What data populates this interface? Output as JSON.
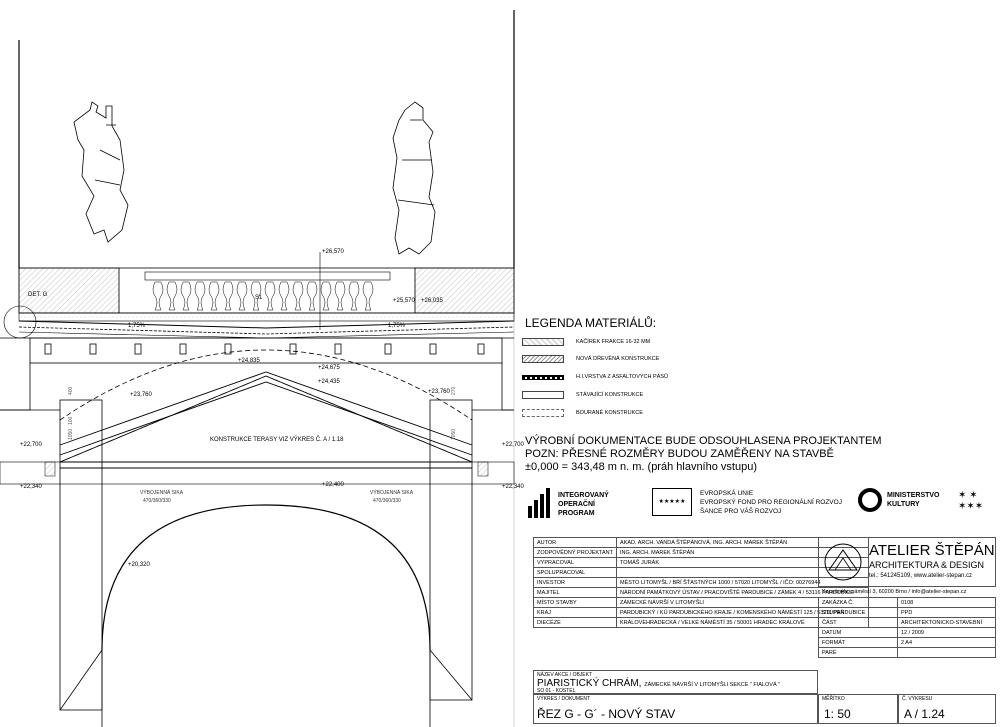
{
  "levels": {
    "top": "+26,570",
    "parapet_right1": "+25,570",
    "parapet_right2": "+26,035",
    "inner_a": "+24,835",
    "inner_b": "+24,675",
    "inner_c": "+24,435",
    "left_mid": "+23,760",
    "right_mid": "+23,760",
    "left_low": "+22,700",
    "right_low": "+22,700",
    "left_base": "+22,340",
    "right_base": "+22,340",
    "center_base": "+22,400",
    "arch_base": "+20,320"
  },
  "labels": {
    "det": "DET. G",
    "slope_left": "1,75%",
    "slope_right": "1,75%",
    "s1": "S1",
    "terrace_note": "KONSTRUKCE TERASY VIZ VÝKRES Č. A / 1.18",
    "dims_left": [
      "400",
      "100",
      "1050"
    ],
    "dims_right": [
      "270",
      "1050"
    ]
  },
  "legend": {
    "title": "LEGENDA MATERIÁLŮ:",
    "items": [
      "KAČÍREK FRAKCE 16-32 MM",
      "NOVÁ DŘEVĚNÁ KONSTRUKCE",
      "H.I.VRSTVA Z ASFALTOVÝCH PÁSŮ",
      "STÁVAJÍCÍ KONSTRUKCE",
      "BOURANÉ KONSTRUKCE"
    ]
  },
  "notes": [
    "VÝROBNÍ DOKUMENTACE BUDE ODSOUHLASENA PROJEKTANTEM",
    "POZN: PŘESNÉ ROZMĚRY BUDOU ZAMĚŘENY NA STAVBĚ",
    "±0,000 = 343,48 m n. m. (práh hlavního vstupu)"
  ],
  "logos": {
    "iop_lines": [
      "INTEGROVANÝ",
      "OPERAČNÍ",
      "PROGRAM"
    ],
    "eu_lines": [
      "EVROPSKÁ UNIE",
      "EVROPSKÝ FOND PRO REGIONÁLNÍ ROZVOJ",
      "ŠANCE PRO VÁŠ ROZVOJ"
    ],
    "mk_lines": [
      "MINISTERSTVO",
      "KULTURY"
    ]
  },
  "titleblock": {
    "rows": [
      {
        "label": "AUTOR",
        "value": "AKAD. ARCH. VANDA ŠTĚPÁNOVÁ, ING. ARCH. MAREK ŠTĚPÁN"
      },
      {
        "label": "ZODPOVĚDNÝ PROJEKTANT",
        "value": "ING. ARCH. MAREK ŠTĚPÁN"
      },
      {
        "label": "VYPRACOVAL",
        "value": "TOMÁŠ JURÁK"
      },
      {
        "label": "SPOLUPRACOVAL",
        "value": ""
      },
      {
        "label": "INVESTOR",
        "value": "MĚSTO LITOMYŠL / BŘÍ ŠŤASTNÝCH 1000 / 57020 LITOMYŠL / IČO: 00276944"
      },
      {
        "label": "MAJITEL",
        "value": "NÁRODNÍ PAMÁTKOVÝ ÚSTAV / PRACOVIŠTĚ PARDUBICE / ZÁMEK 4 / 53116 PARDUBICE"
      },
      {
        "label": "MÍSTO STAVBY",
        "value": "ZÁMECKÉ NÁVRŠÍ V LITOMYŠLI"
      },
      {
        "label": "KRAJ",
        "value": "PARDUBICKÝ / KÚ PARDUBICKÉHO KRAJE / KOMENSKÉHO NÁMĚSTÍ 125 / 53211 PARDUBICE"
      },
      {
        "label": "DIECÉZE",
        "value": "KRÁLOVEHRADECKÁ / VELKÉ NÁMĚSTÍ 35 / 50001 HRADEC KRÁLOVÉ"
      }
    ],
    "office_name": "ATELIER ŠTĚPÁN",
    "office_sub": "ARCHITEKTURA & DESIGN",
    "office_tel": "tel.: 541245109, www.atelier-stepan.cz",
    "office_address": "Konečného náměstí 3, 60200 Brno / info@atelier-stepan.cz",
    "info": [
      {
        "label": "ZAKÁZKA Č.",
        "value": "0108"
      },
      {
        "label": "STUPEŇ",
        "value": "PPD"
      },
      {
        "label": "ČÁST",
        "value": "ARCHITEKTONICKO-STAVEBNÍ"
      },
      {
        "label": "DATUM",
        "value": "12 / 2009"
      },
      {
        "label": "FORMÁT",
        "value": "2 A4"
      },
      {
        "label": "PARÉ",
        "value": ""
      }
    ],
    "project_label": "NÁZEV AKCE / OBJEKT",
    "project_name": "PIARISTICKÝ CHRÁM,",
    "project_rest": "ZÁMECKÉ NÁVRŠÍ V LITOMYŠLI SEKCE \" FIALOVÁ \"",
    "project_sub": "SO 01 - KOSTEL",
    "drawing_label": "VÝKRES / DOKUMENT",
    "drawing_name": "ŘEZ G - G´ - NOVÝ STAV",
    "scale_label": "MĚŘÍTKO",
    "scale": "1: 50",
    "sheet_label": "Č. VÝKRESU",
    "sheet": "A / 1.24"
  }
}
